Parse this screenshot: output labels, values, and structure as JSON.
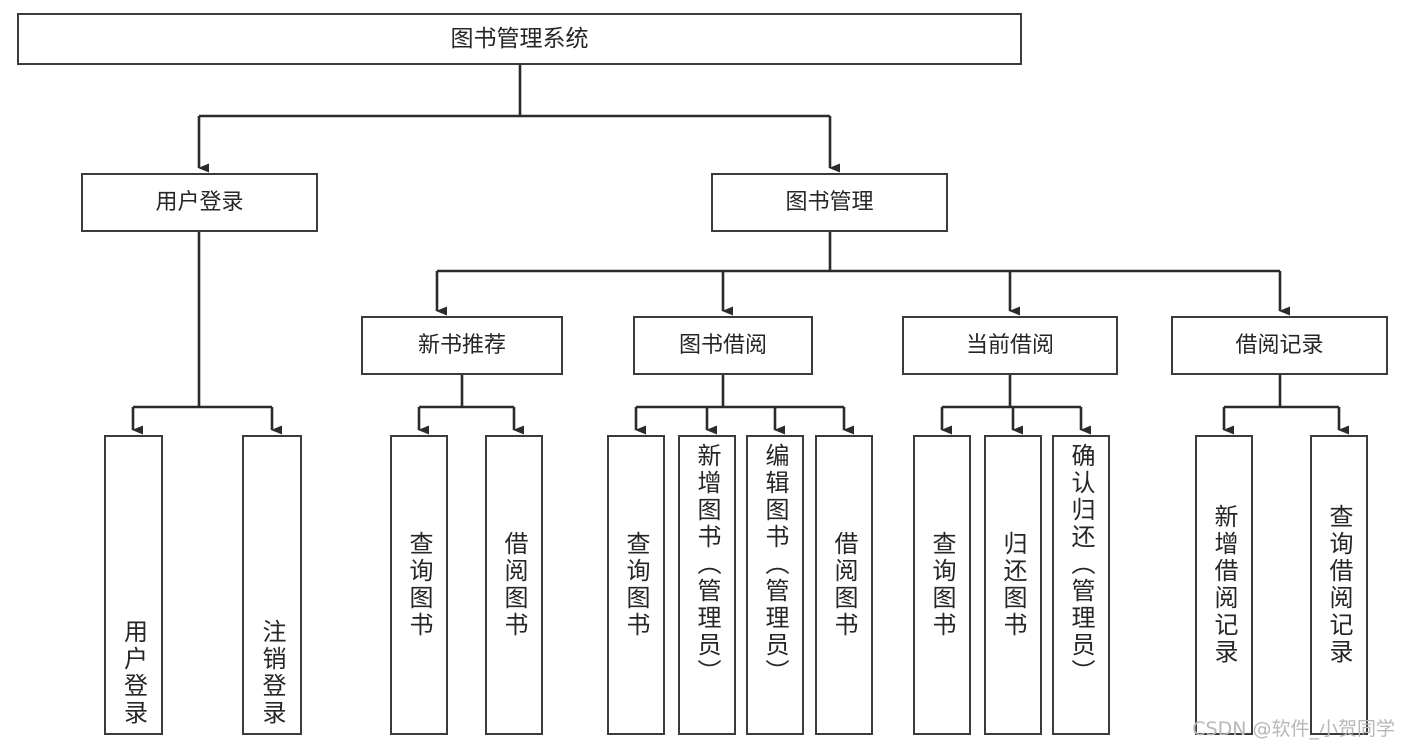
{
  "diagram": {
    "title": "图书管理系统",
    "type": "tree-hierarchy-chart",
    "watermark": "CSDN @软件_小贺同学",
    "colors": {
      "box_border": "#3b3b3b",
      "box_fill": "#ffffff",
      "edge": "#2b2b2b",
      "text": "#262626",
      "watermark": "#b8b8b8",
      "background": "#ffffff"
    }
  },
  "nodes": {
    "root": {
      "label": "图书管理系统"
    },
    "level1": [
      {
        "id": "user-login",
        "label": "用户登录"
      },
      {
        "id": "book-management",
        "label": "图书管理"
      }
    ],
    "level2": [
      {
        "id": "new-book-recommend",
        "label": "新书推荐"
      },
      {
        "id": "book-borrow",
        "label": "图书借阅"
      },
      {
        "id": "current-borrow",
        "label": "当前借阅"
      },
      {
        "id": "borrow-record",
        "label": "借阅记录"
      }
    ],
    "leaves": {
      "user-login": [
        {
          "id": "leaf-user-login",
          "label": "用户登录"
        },
        {
          "id": "leaf-user-logout",
          "label": "注销登录"
        }
      ],
      "new-book-recommend": [
        {
          "id": "leaf-query-book-1",
          "label": "查询图书"
        },
        {
          "id": "leaf-borrow-book-1",
          "label": "借阅图书"
        }
      ],
      "book-borrow": [
        {
          "id": "leaf-query-book-2",
          "label": "查询图书"
        },
        {
          "id": "leaf-add-book-admin",
          "label": "新增图书（管理员）"
        },
        {
          "id": "leaf-edit-book-admin",
          "label": "编辑图书（管理员）"
        },
        {
          "id": "leaf-borrow-book-2",
          "label": "借阅图书"
        }
      ],
      "current-borrow": [
        {
          "id": "leaf-query-book-3",
          "label": "查询图书"
        },
        {
          "id": "leaf-return-book",
          "label": "归还图书"
        },
        {
          "id": "leaf-confirm-return-admin",
          "label": "确认归还（管理员）"
        }
      ],
      "borrow-record": [
        {
          "id": "leaf-add-borrow-record",
          "label": "新增借阅记录"
        },
        {
          "id": "leaf-query-borrow-record",
          "label": "查询借阅记录"
        }
      ]
    }
  }
}
